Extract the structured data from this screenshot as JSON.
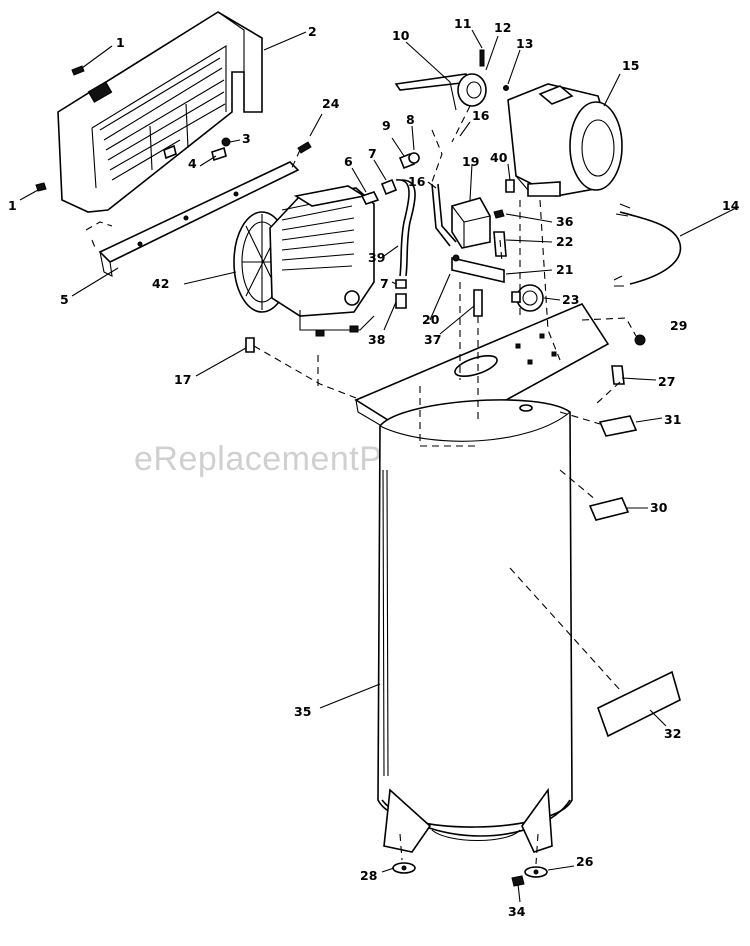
{
  "watermark": "eReplacementParts.com",
  "callouts": [
    {
      "id": "c1a",
      "text": "1"
    },
    {
      "id": "c1b",
      "text": "1"
    },
    {
      "id": "c2",
      "text": "2"
    },
    {
      "id": "c3",
      "text": "3"
    },
    {
      "id": "c4",
      "text": "4"
    },
    {
      "id": "c5",
      "text": "5"
    },
    {
      "id": "c6",
      "text": "6"
    },
    {
      "id": "c7a",
      "text": "7"
    },
    {
      "id": "c7b",
      "text": "7"
    },
    {
      "id": "c8",
      "text": "8"
    },
    {
      "id": "c9",
      "text": "9"
    },
    {
      "id": "c10",
      "text": "10"
    },
    {
      "id": "c11",
      "text": "11"
    },
    {
      "id": "c12",
      "text": "12"
    },
    {
      "id": "c13",
      "text": "13"
    },
    {
      "id": "c14",
      "text": "14"
    },
    {
      "id": "c15",
      "text": "15"
    },
    {
      "id": "c16a",
      "text": "16"
    },
    {
      "id": "c16b",
      "text": "16"
    },
    {
      "id": "c17",
      "text": "17"
    },
    {
      "id": "c19",
      "text": "19"
    },
    {
      "id": "c20",
      "text": "20"
    },
    {
      "id": "c21",
      "text": "21"
    },
    {
      "id": "c22",
      "text": "22"
    },
    {
      "id": "c23",
      "text": "23"
    },
    {
      "id": "c24",
      "text": "24"
    },
    {
      "id": "c26",
      "text": "26"
    },
    {
      "id": "c27",
      "text": "27"
    },
    {
      "id": "c28",
      "text": "28"
    },
    {
      "id": "c29",
      "text": "29"
    },
    {
      "id": "c30",
      "text": "30"
    },
    {
      "id": "c31",
      "text": "31"
    },
    {
      "id": "c32",
      "text": "32"
    },
    {
      "id": "c34",
      "text": "34"
    },
    {
      "id": "c35",
      "text": "35"
    },
    {
      "id": "c36",
      "text": "36"
    },
    {
      "id": "c37",
      "text": "37"
    },
    {
      "id": "c38",
      "text": "38"
    },
    {
      "id": "c39",
      "text": "39"
    },
    {
      "id": "c40",
      "text": "40"
    },
    {
      "id": "c42",
      "text": "42"
    }
  ]
}
